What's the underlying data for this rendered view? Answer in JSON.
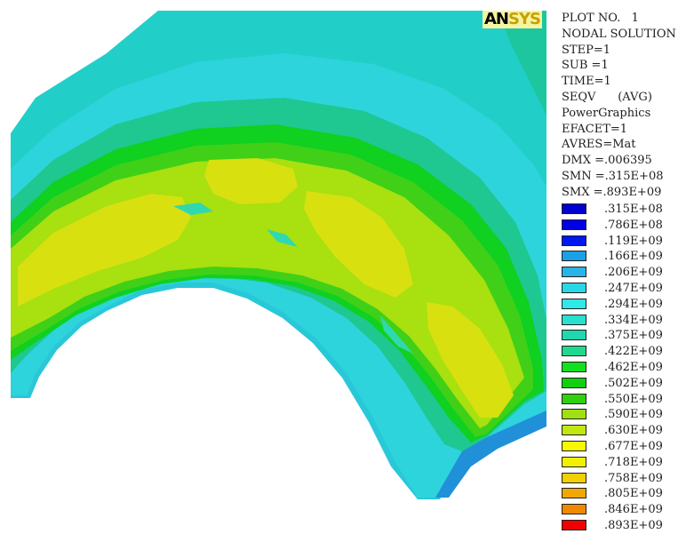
{
  "logo": {
    "part1": "AN",
    "part2": "SYS"
  },
  "info_lines": [
    "PLOT NO.   1",
    "NODAL SOLUTION",
    "STEP=1",
    "SUB =1",
    "TIME=1",
    "SEQV      (AVG)",
    "PowerGraphics",
    "EFACET=1",
    "AVRES=Mat",
    "DMX =.006395",
    "SMN =.315E+08",
    "SMX =.893E+09"
  ],
  "legend": [
    {
      "label": ".315E+08",
      "color": "#0000d0"
    },
    {
      "label": ".786E+08",
      "color": "#0000e6"
    },
    {
      "label": ".119E+09",
      "color": "#0018f0"
    },
    {
      "label": ".166E+09",
      "color": "#1aa0e6"
    },
    {
      "label": ".206E+09",
      "color": "#28b4e6"
    },
    {
      "label": ".247E+09",
      "color": "#28d8e6"
    },
    {
      "label": ".294E+09",
      "color": "#30e8e8"
    },
    {
      "label": ".334E+09",
      "color": "#28e0d0"
    },
    {
      "label": ".375E+09",
      "color": "#20d8b0"
    },
    {
      "label": ".422E+09",
      "color": "#20d890"
    },
    {
      "label": ".462E+09",
      "color": "#10e020"
    },
    {
      "label": ".502E+09",
      "color": "#10d010"
    },
    {
      "label": ".550E+09",
      "color": "#30d010"
    },
    {
      "label": ".590E+09",
      "color": "#a0e010"
    },
    {
      "label": ".630E+09",
      "color": "#c0e810"
    },
    {
      "label": ".677E+09",
      "color": "#f8f800"
    },
    {
      "label": ".718E+09",
      "color": "#f0f000"
    },
    {
      "label": ".758E+09",
      "color": "#f0d000"
    },
    {
      "label": ".805E+09",
      "color": "#f0a800"
    },
    {
      "label": ".846E+09",
      "color": "#f08800"
    },
    {
      "label": ".893E+09",
      "color": "#f00000"
    }
  ]
}
